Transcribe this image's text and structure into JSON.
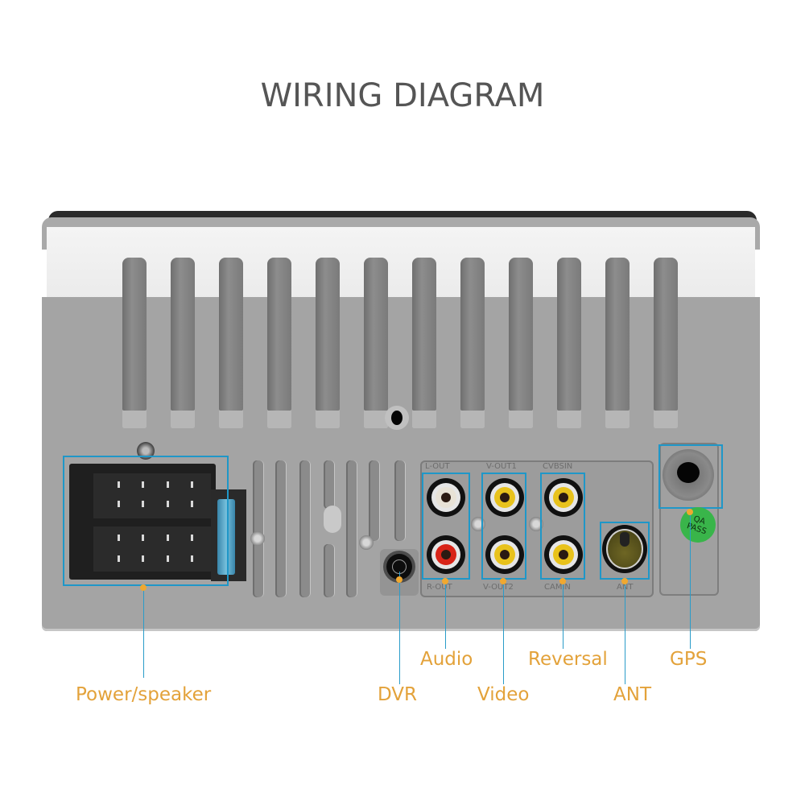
{
  "title": "WIRING DIAGRAM",
  "colors": {
    "title": "#555555",
    "label": "#e3a23a",
    "highlight": "#1f97c8",
    "dot": "#f0a830",
    "qa_badge": "#39b54a"
  },
  "panel_markings": {
    "audio_top": "L-OUT",
    "video_top": "V-OUT1",
    "reversal_top": "CVBSIN",
    "audio_bottom": "R-OUT",
    "video_bottom": "V-OUT2",
    "reversal_bottom": "CAMIN",
    "ant_bottom": "ANT"
  },
  "badge": {
    "line1": "QA",
    "line2": "PASS"
  },
  "labels": {
    "power_speaker": "Power/speaker",
    "dvr": "DVR",
    "audio": "Audio",
    "video": "Video",
    "reversal": "Reversal",
    "ant": "ANT",
    "gps": "GPS"
  },
  "connectors": [
    {
      "name": "Power/speaker",
      "type": "ISO 16-pin + fuse"
    },
    {
      "name": "DVR",
      "type": "3.5mm jack"
    },
    {
      "name": "Audio",
      "type": "RCA pair",
      "colors": [
        "white",
        "red"
      ]
    },
    {
      "name": "Video",
      "type": "RCA pair",
      "colors": [
        "yellow",
        "yellow"
      ]
    },
    {
      "name": "Reversal",
      "type": "RCA pair",
      "colors": [
        "yellow",
        "yellow"
      ]
    },
    {
      "name": "ANT",
      "type": "antenna socket"
    },
    {
      "name": "GPS",
      "type": "GPS port"
    }
  ]
}
